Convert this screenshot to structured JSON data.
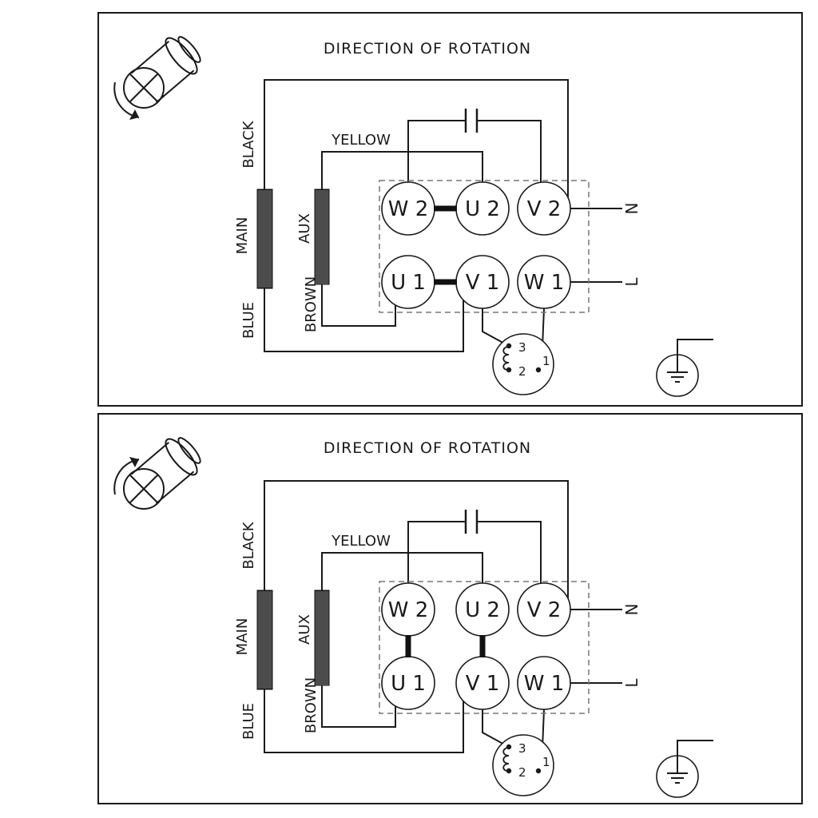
{
  "panels": [
    {
      "title": "DIRECTION OF ROTATION",
      "motor_rotation": "clockwise",
      "wires": {
        "black": "BLACK",
        "yellow": "YELLOW",
        "main": "MAIN",
        "aux": "AUX",
        "brown": "BROWN",
        "blue": "BLUE"
      },
      "terminals": {
        "w2": "W 2",
        "u2": "U 2",
        "v2": "V 2",
        "u1": "U 1",
        "v1": "V 1",
        "w1": "W 1"
      },
      "bridges": "W2-U2, U1-V1",
      "power": {
        "neutral": "N",
        "line": "L"
      },
      "thermal_switch": {
        "t3": "3",
        "t2": "2",
        "t1": "1"
      }
    },
    {
      "title": "DIRECTION OF ROTATION",
      "motor_rotation": "counterclockwise",
      "wires": {
        "black": "BLACK",
        "yellow": "YELLOW",
        "main": "MAIN",
        "aux": "AUX",
        "brown": "BROWN",
        "blue": "BLUE"
      },
      "terminals": {
        "w2": "W 2",
        "u2": "U 2",
        "v2": "V 2",
        "u1": "U 1",
        "v1": "V 1",
        "w1": "W 1"
      },
      "bridges": "W2-U1, U2-V1",
      "power": {
        "neutral": "N",
        "line": "L"
      },
      "thermal_switch": {
        "t3": "3",
        "t2": "2",
        "t1": "1"
      }
    }
  ],
  "colors": {
    "line": "#1a1a1a",
    "dashed_box": "#777777"
  }
}
